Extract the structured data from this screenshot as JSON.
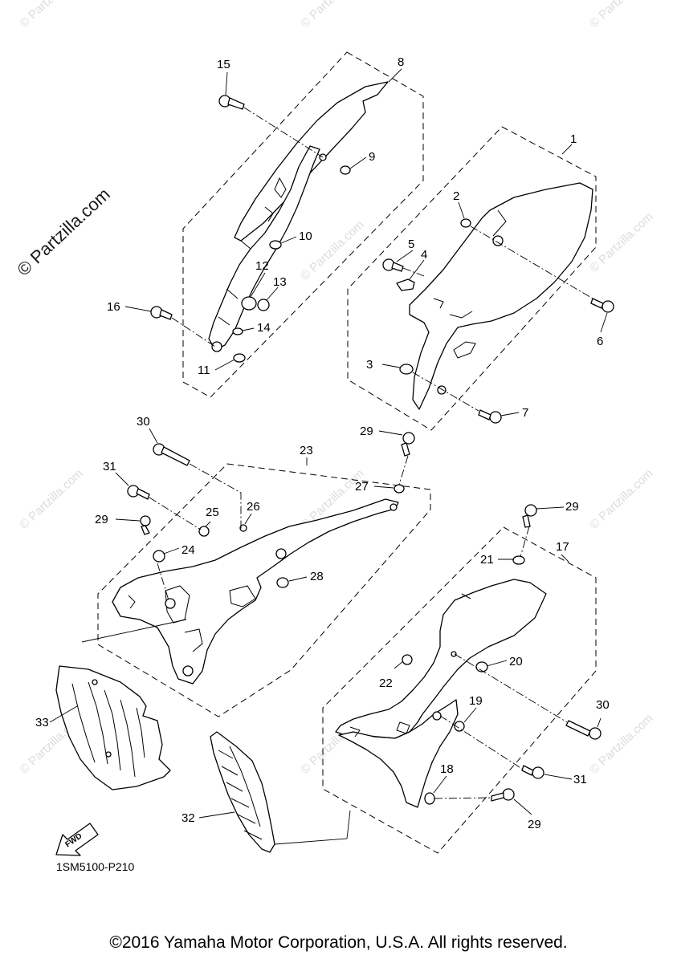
{
  "watermark": "© Partzilla.com",
  "diagram_code": "1SM5100-P210",
  "fwd_label": "FWD",
  "copyright": "©2016 Yamaha Motor Corporation, U.S.A. All rights reserved.",
  "callouts": [
    "1",
    "2",
    "3",
    "4",
    "5",
    "6",
    "7",
    "8",
    "9",
    "10",
    "11",
    "12",
    "13",
    "14",
    "15",
    "16",
    "17",
    "18",
    "19",
    "20",
    "21",
    "22",
    "23",
    "24",
    "25",
    "26",
    "27",
    "28",
    "29",
    "30",
    "31",
    "32",
    "33"
  ]
}
